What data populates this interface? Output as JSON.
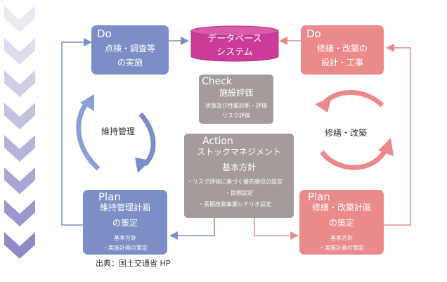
{
  "colors": {
    "do_plan_blue": "#7b8fc6",
    "repair_pink": "#ea8a8a",
    "check_gray": "#a49c9b",
    "database_magenta": "#cc3b97",
    "chevron_purple": "#8b88c4"
  },
  "chevron_count": 8,
  "do_left": {
    "label": "Do",
    "line1": "点検・調査等",
    "line2": "の実施"
  },
  "database": {
    "line1": "データベース",
    "line2": "システム"
  },
  "do_right": {
    "label": "Do",
    "line1": "修繕・改築の",
    "line2": "設計・工事"
  },
  "check": {
    "label": "Check",
    "title": "施設評価",
    "line1": "状態及び性能診断・評価",
    "line2": "リスク評価"
  },
  "maintenance_cycle": {
    "label": "維持管理"
  },
  "repair_cycle": {
    "label": "修繕・改築"
  },
  "action": {
    "label": "Action",
    "title1": "ストックマネジメント",
    "title2": "基本方針",
    "items": [
      "・リスク評価に基づく優先順位の設定",
      "・目標設定",
      "・長期改築事業シナリオ設定"
    ]
  },
  "plan_left": {
    "label": "Plan",
    "line1": "維持管理計画",
    "line2": "の策定",
    "sub1": "基本方針",
    "sub2": "・実施計画の策定"
  },
  "plan_right": {
    "label": "Plan",
    "line1": "修繕・改築計画",
    "line2": "の策定",
    "sub1": "基本方針",
    "sub2": "・実施計画の策定"
  },
  "source": "出典：国土交通省 HP"
}
